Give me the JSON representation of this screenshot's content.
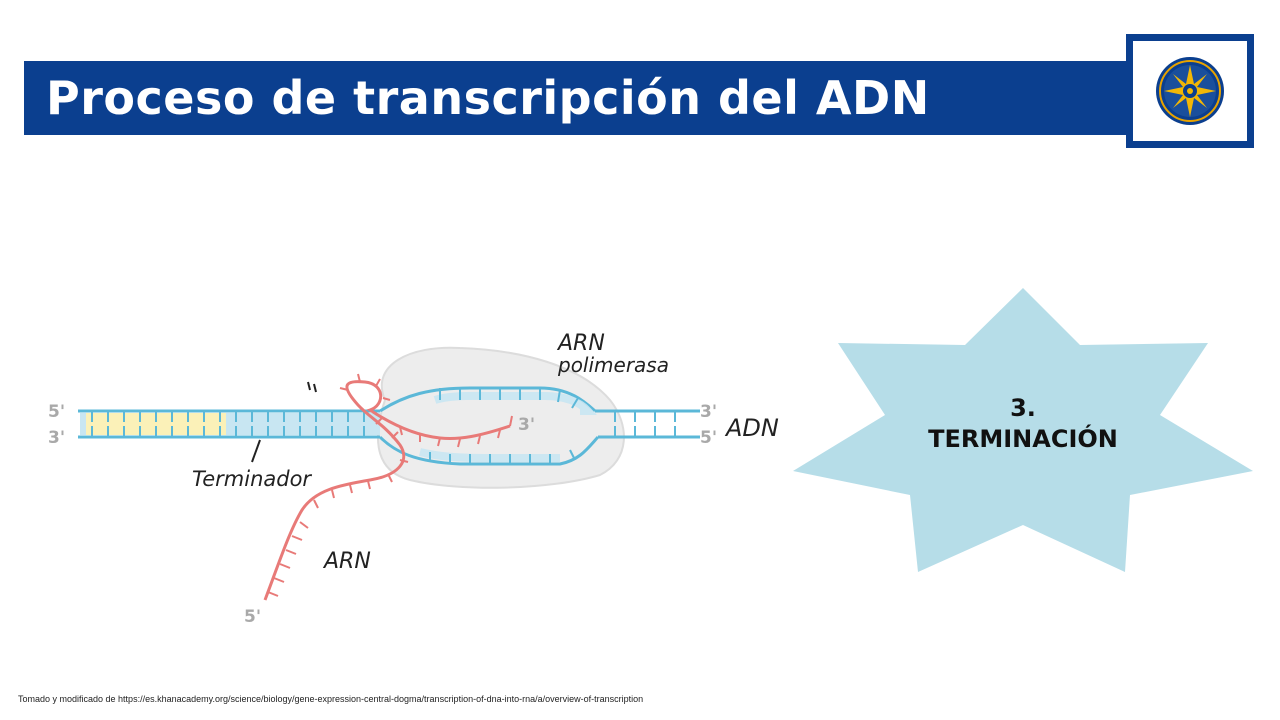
{
  "slide": {
    "title": "Proceso de transcripción del ADN",
    "step_number": "3.",
    "step_name": "TERMINACIÓN",
    "source_note": "Tomado y modificado de https://es.khanacademy.org/science/biology/gene-expression-central-dogma/transcription-of-dna-into-rna/a/overview-of-transcription"
  },
  "diagram": {
    "labels": {
      "polymerase_line1": "ARN",
      "polymerase_line2": "polimerasa",
      "dna": "ADN",
      "terminator": "Terminador",
      "rna": "ARN"
    },
    "ends": {
      "dna_left_top": "5'",
      "dna_left_bottom": "3'",
      "dna_right_top": "3'",
      "dna_right_bottom": "5'",
      "rna_inner": "3'",
      "rna_tail": "5'"
    }
  },
  "colors": {
    "title_bar": "#0b3f8f",
    "dna_strand": "#5bb8d8",
    "dna_fill": "#c8e6f2",
    "terminator_region": "#fbf1b8",
    "rna_strand": "#e87a78",
    "polymerase": "#ededed",
    "star": "#b6dde8",
    "logo_gold": "#e8a300"
  }
}
